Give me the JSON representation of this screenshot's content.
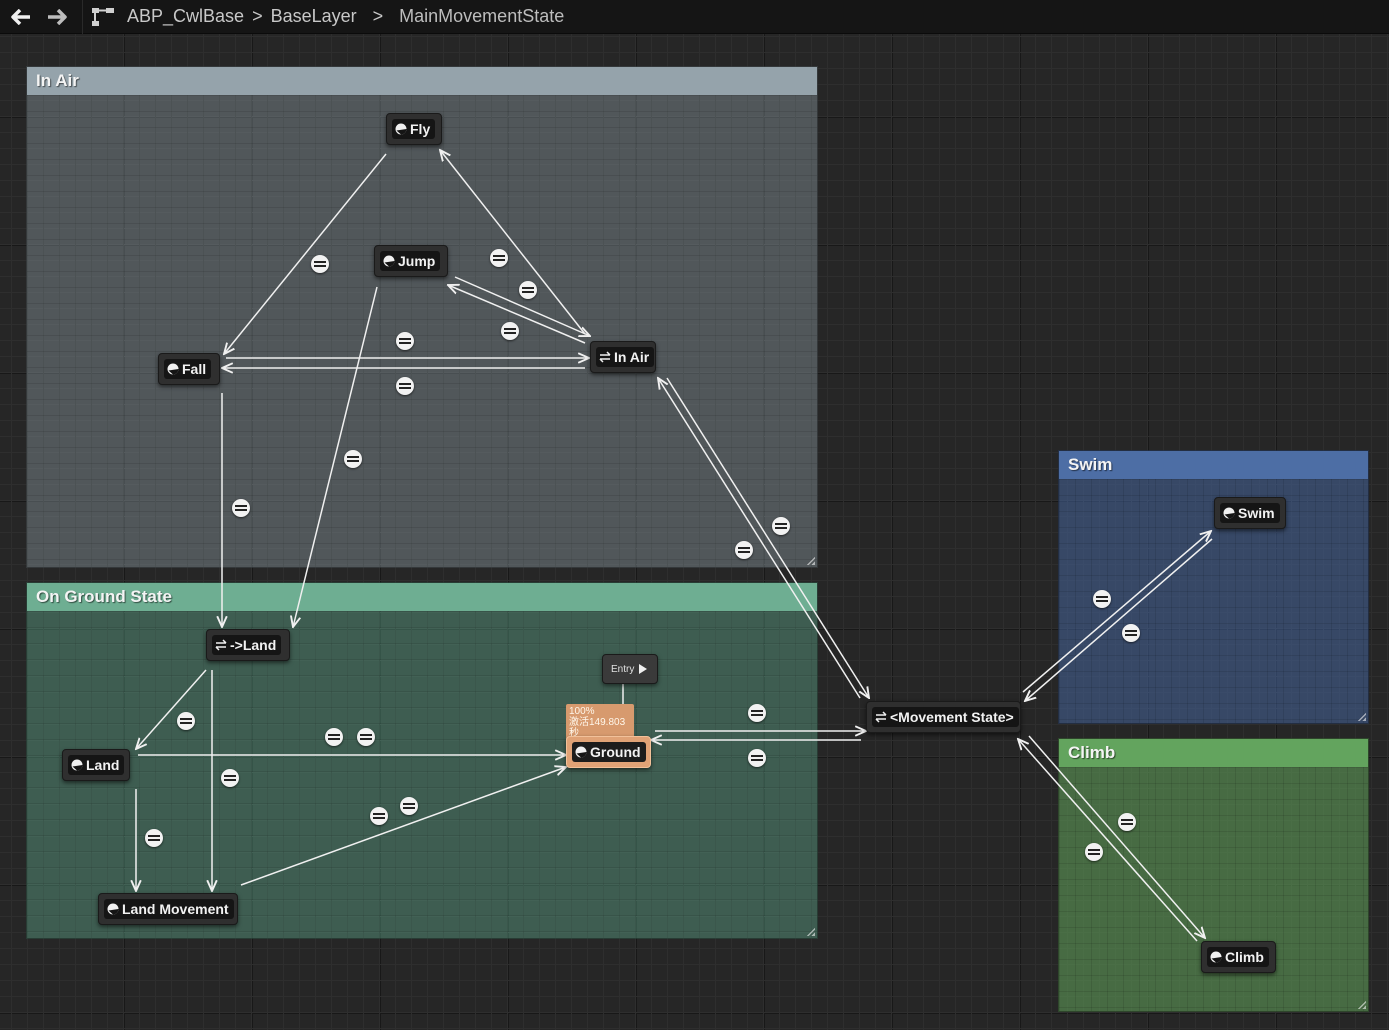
{
  "breadcrumb": {
    "items": [
      "ABP_CwlBase",
      "BaseLayer",
      "MainMovementState"
    ]
  },
  "comments": {
    "in_air": {
      "title": "In Air",
      "color": "#8c9aa3"
    },
    "on_ground": {
      "title": "On Ground State",
      "color": "#6aaa8f"
    },
    "swim": {
      "title": "Swim",
      "color": "#4a6aa0"
    },
    "climb": {
      "title": "Climb",
      "color": "#5f9f5a"
    }
  },
  "nodes": {
    "fly": "Fly",
    "jump": "Jump",
    "fall": "Fall",
    "in_air": "In Air",
    "to_land": "->Land",
    "land": "Land",
    "land_movement": "Land Movement",
    "ground": "Ground",
    "movement_state": "<Movement State>",
    "swim": "Swim",
    "climb": "Climb"
  },
  "entry": {
    "label": "Entry"
  },
  "active_state": {
    "weight": "100%",
    "info": "激活149.803秒"
  },
  "colors": {
    "background": "#262626",
    "active_node": "#e0a276",
    "wire": "#f0f0f0"
  }
}
